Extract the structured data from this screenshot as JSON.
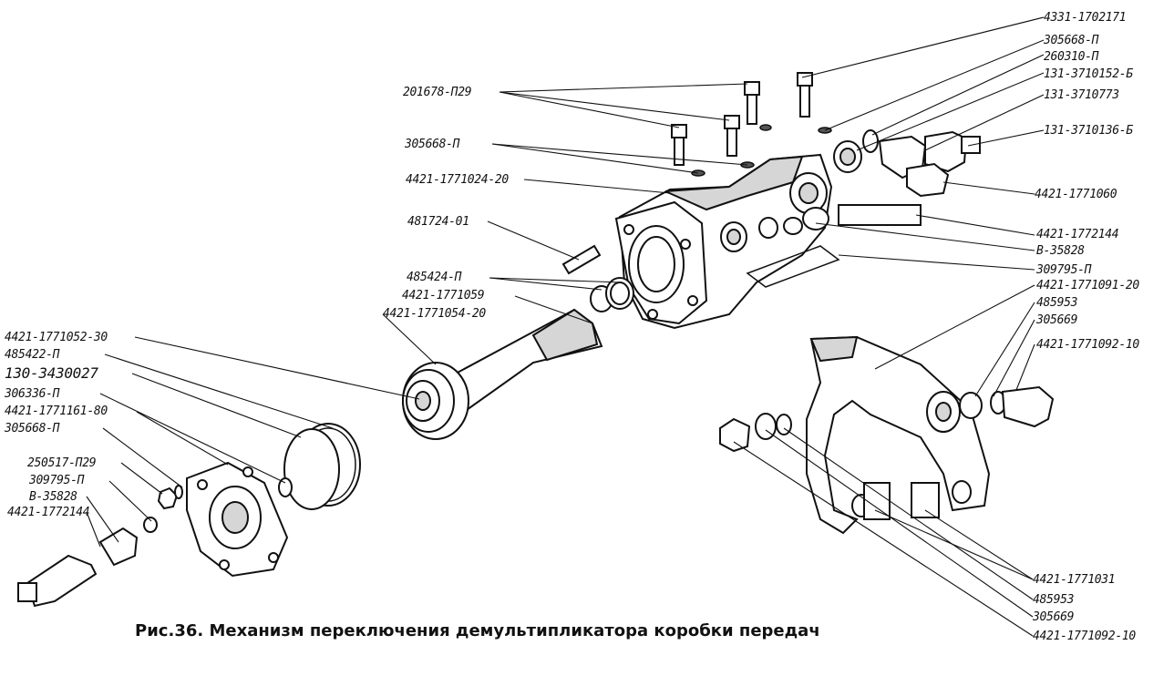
{
  "caption": "Рис.36. Механизм переключения демультипликатора коробки передач",
  "labels": {
    "l1": "4331-1702171",
    "l2": "305668-П",
    "l3": "260310-П",
    "l4": "131-3710152-Б",
    "l5": "131-3710773",
    "l6": "131-3710136-Б",
    "l7": "201678-П29",
    "l8": "305668-П",
    "l9": "4421-1771024-20",
    "l10": "4421-1771060",
    "l11": "481724-01",
    "l12": "4421-1772144",
    "l13": "В-35828",
    "l14": "309795-П",
    "l15": "485424-П",
    "l16": "4421-1771091-20",
    "l17": "4421-1771059",
    "l18": "485953",
    "l19": "4421-1771054-20",
    "l20": "305669",
    "l21": "4421-1771092-10",
    "l22": "4421-1771052-30",
    "l23": "485422-П",
    "l24": "130-3430027",
    "l25": "306336-П",
    "l26": "4421-1771161-80",
    "l27": "305668-П",
    "l28": "250517-П29",
    "l29": "309795-П",
    "l30": "В-35828",
    "l31": "4421-1772144",
    "l32": "4421-1771031",
    "l33": "485953",
    "l34": "305669",
    "l35": "4421-1771092-10"
  }
}
